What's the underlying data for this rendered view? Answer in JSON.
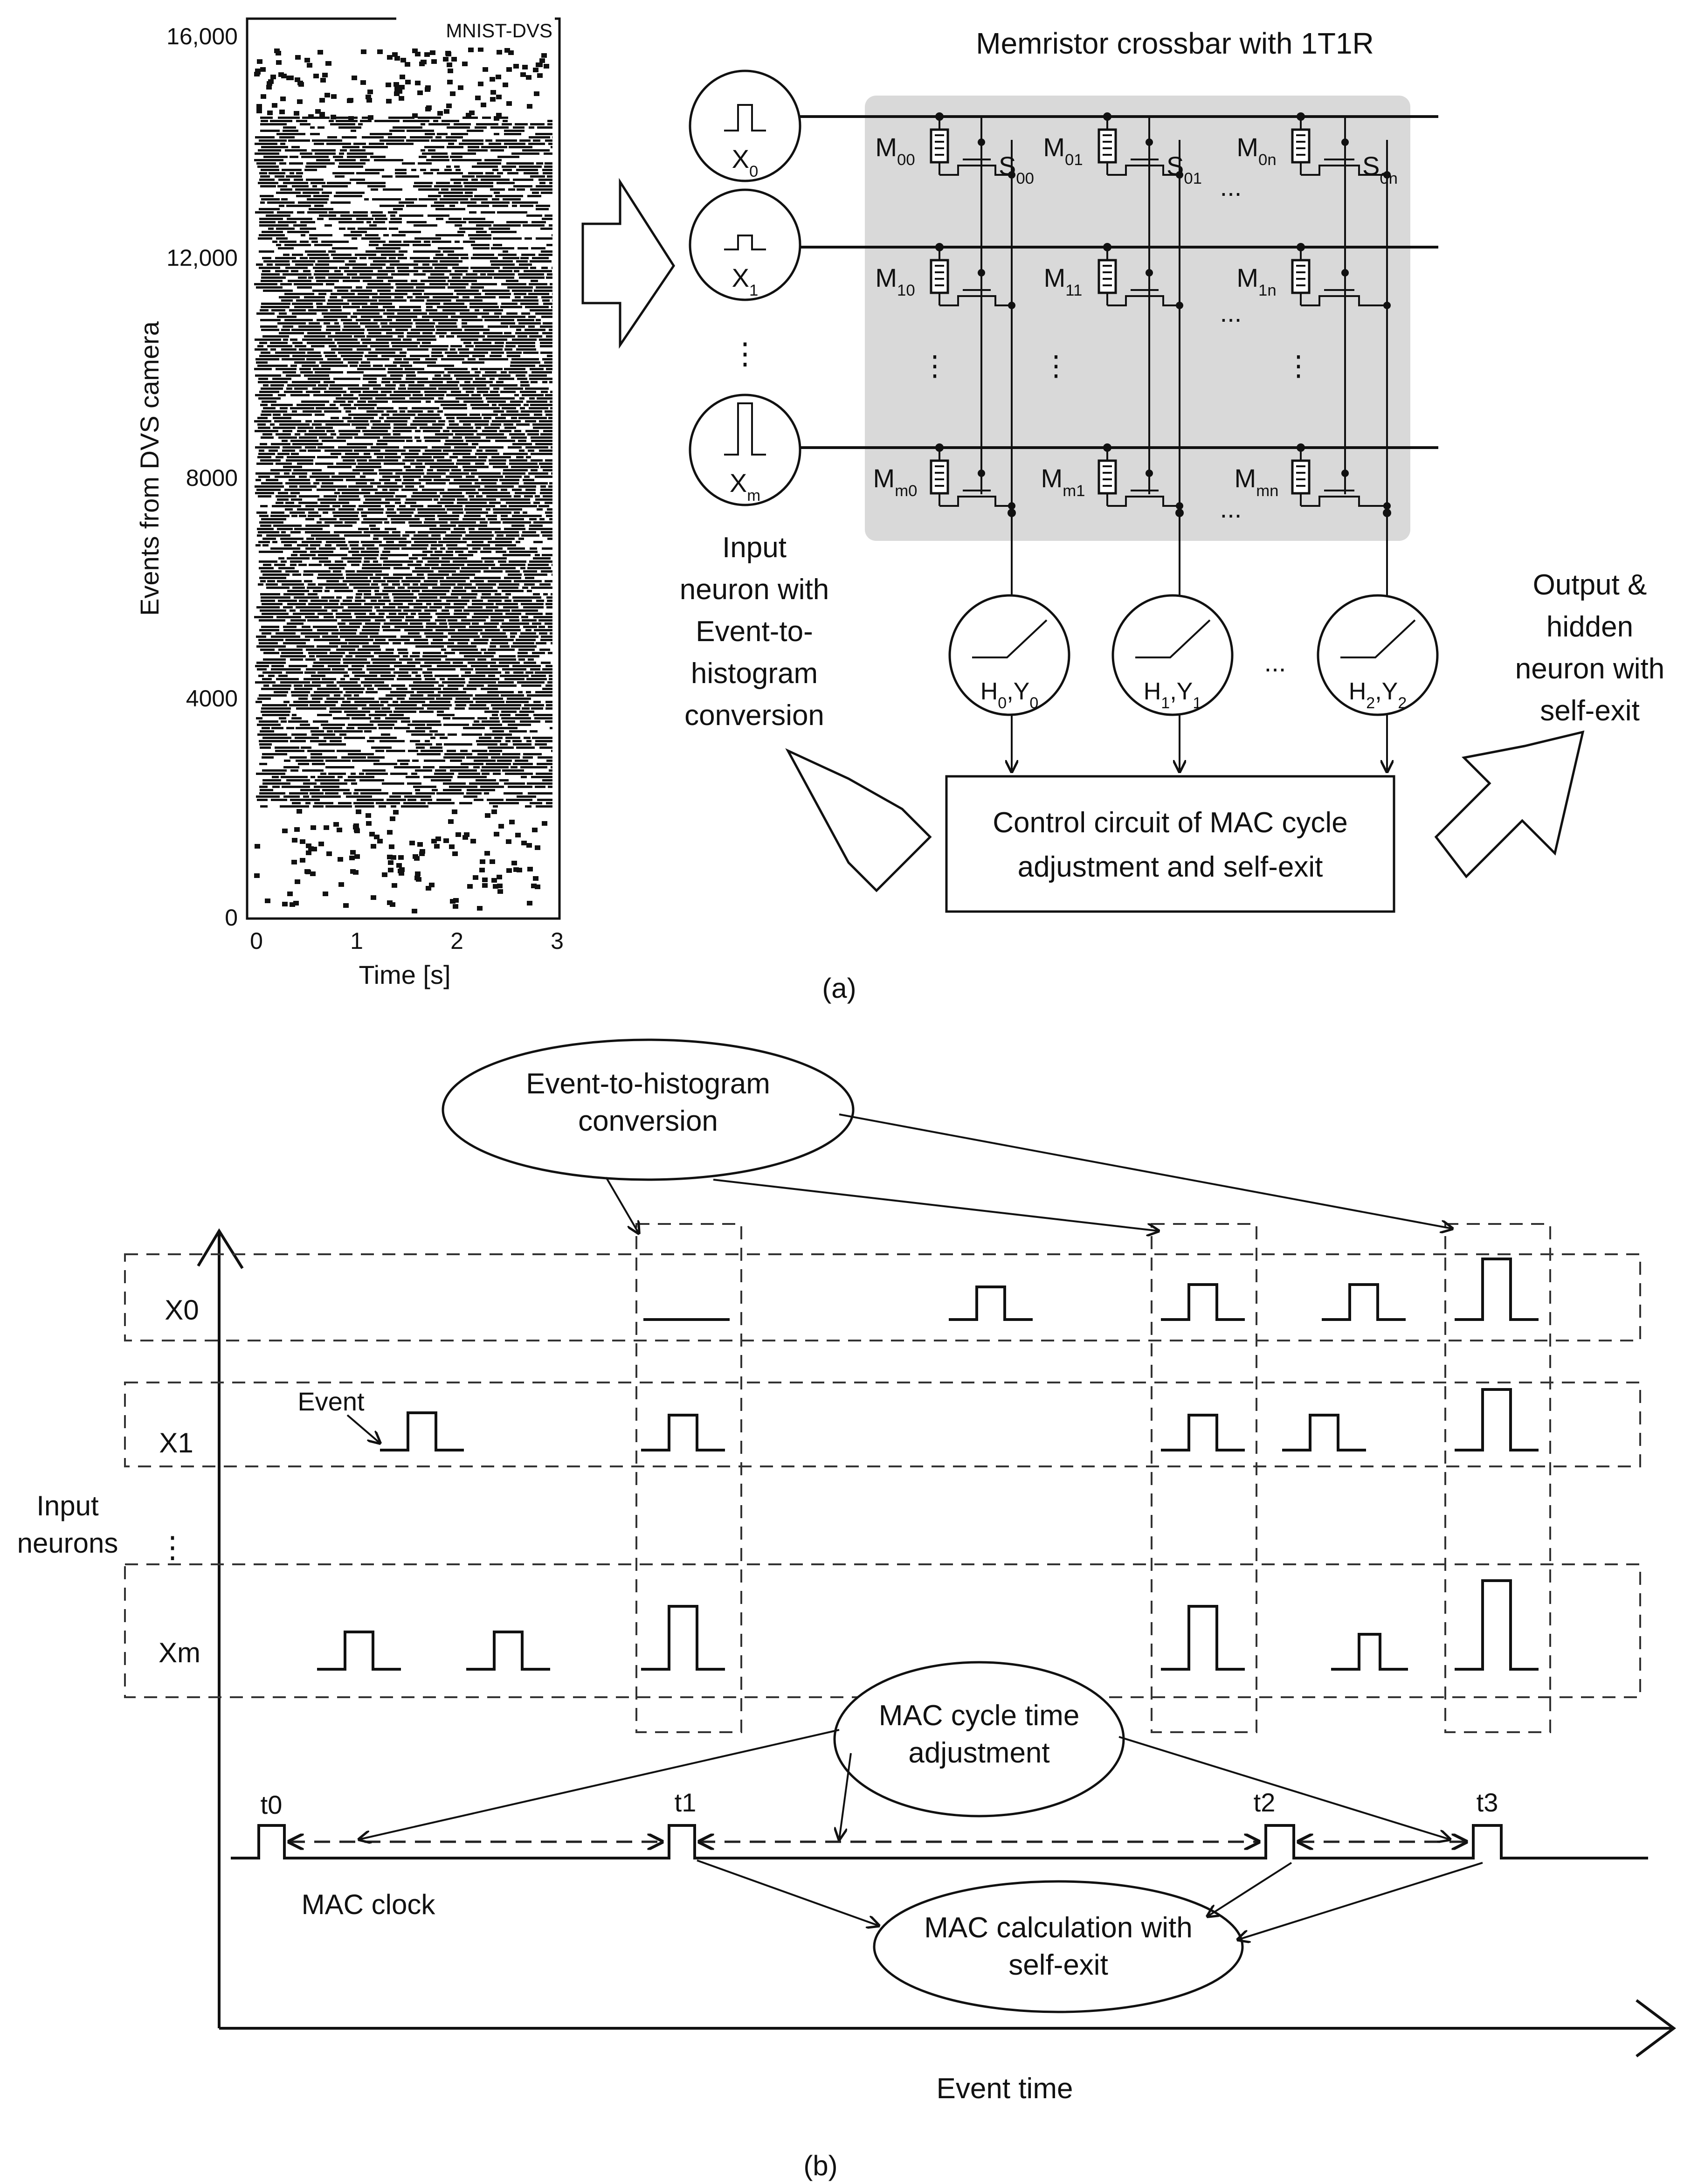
{
  "panel_a": {
    "caption": "(a)",
    "raster": {
      "title": "MNIST-DVS",
      "ylabel": "Events from DVS camera",
      "xlabel": "Time [s]",
      "yticks": [
        "16,000",
        "12,000",
        "8000",
        "4000",
        "0"
      ],
      "xticks": [
        "0",
        "1",
        "2",
        "3"
      ]
    },
    "crossbar": {
      "title": "Memristor crossbar with 1T1R",
      "inputs": [
        {
          "sym": "X",
          "sub": "0"
        },
        {
          "sym": "X",
          "sub": "1"
        },
        {
          "sym": "X",
          "sub": "m"
        }
      ],
      "memristors": [
        [
          {
            "sym": "M",
            "sub": "00"
          },
          {
            "sym": "M",
            "sub": "01"
          },
          {
            "sym": "M",
            "sub": "0n"
          }
        ],
        [
          {
            "sym": "M",
            "sub": "10"
          },
          {
            "sym": "M",
            "sub": "11"
          },
          {
            "sym": "M",
            "sub": "1n"
          }
        ],
        [
          {
            "sym": "M",
            "sub": "m0"
          },
          {
            "sym": "M",
            "sub": "m1"
          },
          {
            "sym": "M",
            "sub": "mn"
          }
        ]
      ],
      "selectors": [
        {
          "sym": "S",
          "sub": "00"
        },
        {
          "sym": "S",
          "sub": "01"
        },
        {
          "sym": "S",
          "sub": "0n"
        }
      ],
      "outputs": [
        {
          "a": "H",
          "as": "0",
          "b": "Y",
          "bs": "0"
        },
        {
          "a": "H",
          "as": "1",
          "b": "Y",
          "bs": "1"
        },
        {
          "a": "H",
          "as": "2",
          "b": "Y",
          "bs": "2"
        }
      ],
      "ellipsis_h": "...",
      "ellipsis_v": "⋮",
      "input_label": [
        "Input",
        "neuron with",
        "Event-to-",
        "histogram",
        "conversion"
      ],
      "output_label": [
        "Output &",
        "hidden",
        "neuron with",
        "self-exit"
      ],
      "control_label": [
        "Control circuit of MAC cycle",
        "adjustment and self-exit"
      ]
    }
  },
  "panel_b": {
    "caption": "(b)",
    "bubble_hist": [
      "Event-to-histogram",
      "conversion"
    ],
    "bubble_mac_cycle": [
      "MAC cycle time",
      "adjustment"
    ],
    "bubble_mac_calc": [
      "MAC calculation with",
      "self-exit"
    ],
    "rows": [
      "X0",
      "X1",
      "Xm"
    ],
    "row_ellipsis": "⋮",
    "event_label": "Event",
    "input_neurons": [
      "Input",
      "neurons"
    ],
    "clock_label": "MAC clock",
    "clock_ticks": [
      "t0",
      "t1",
      "t2",
      "t3"
    ],
    "xaxis_label": "Event time"
  }
}
